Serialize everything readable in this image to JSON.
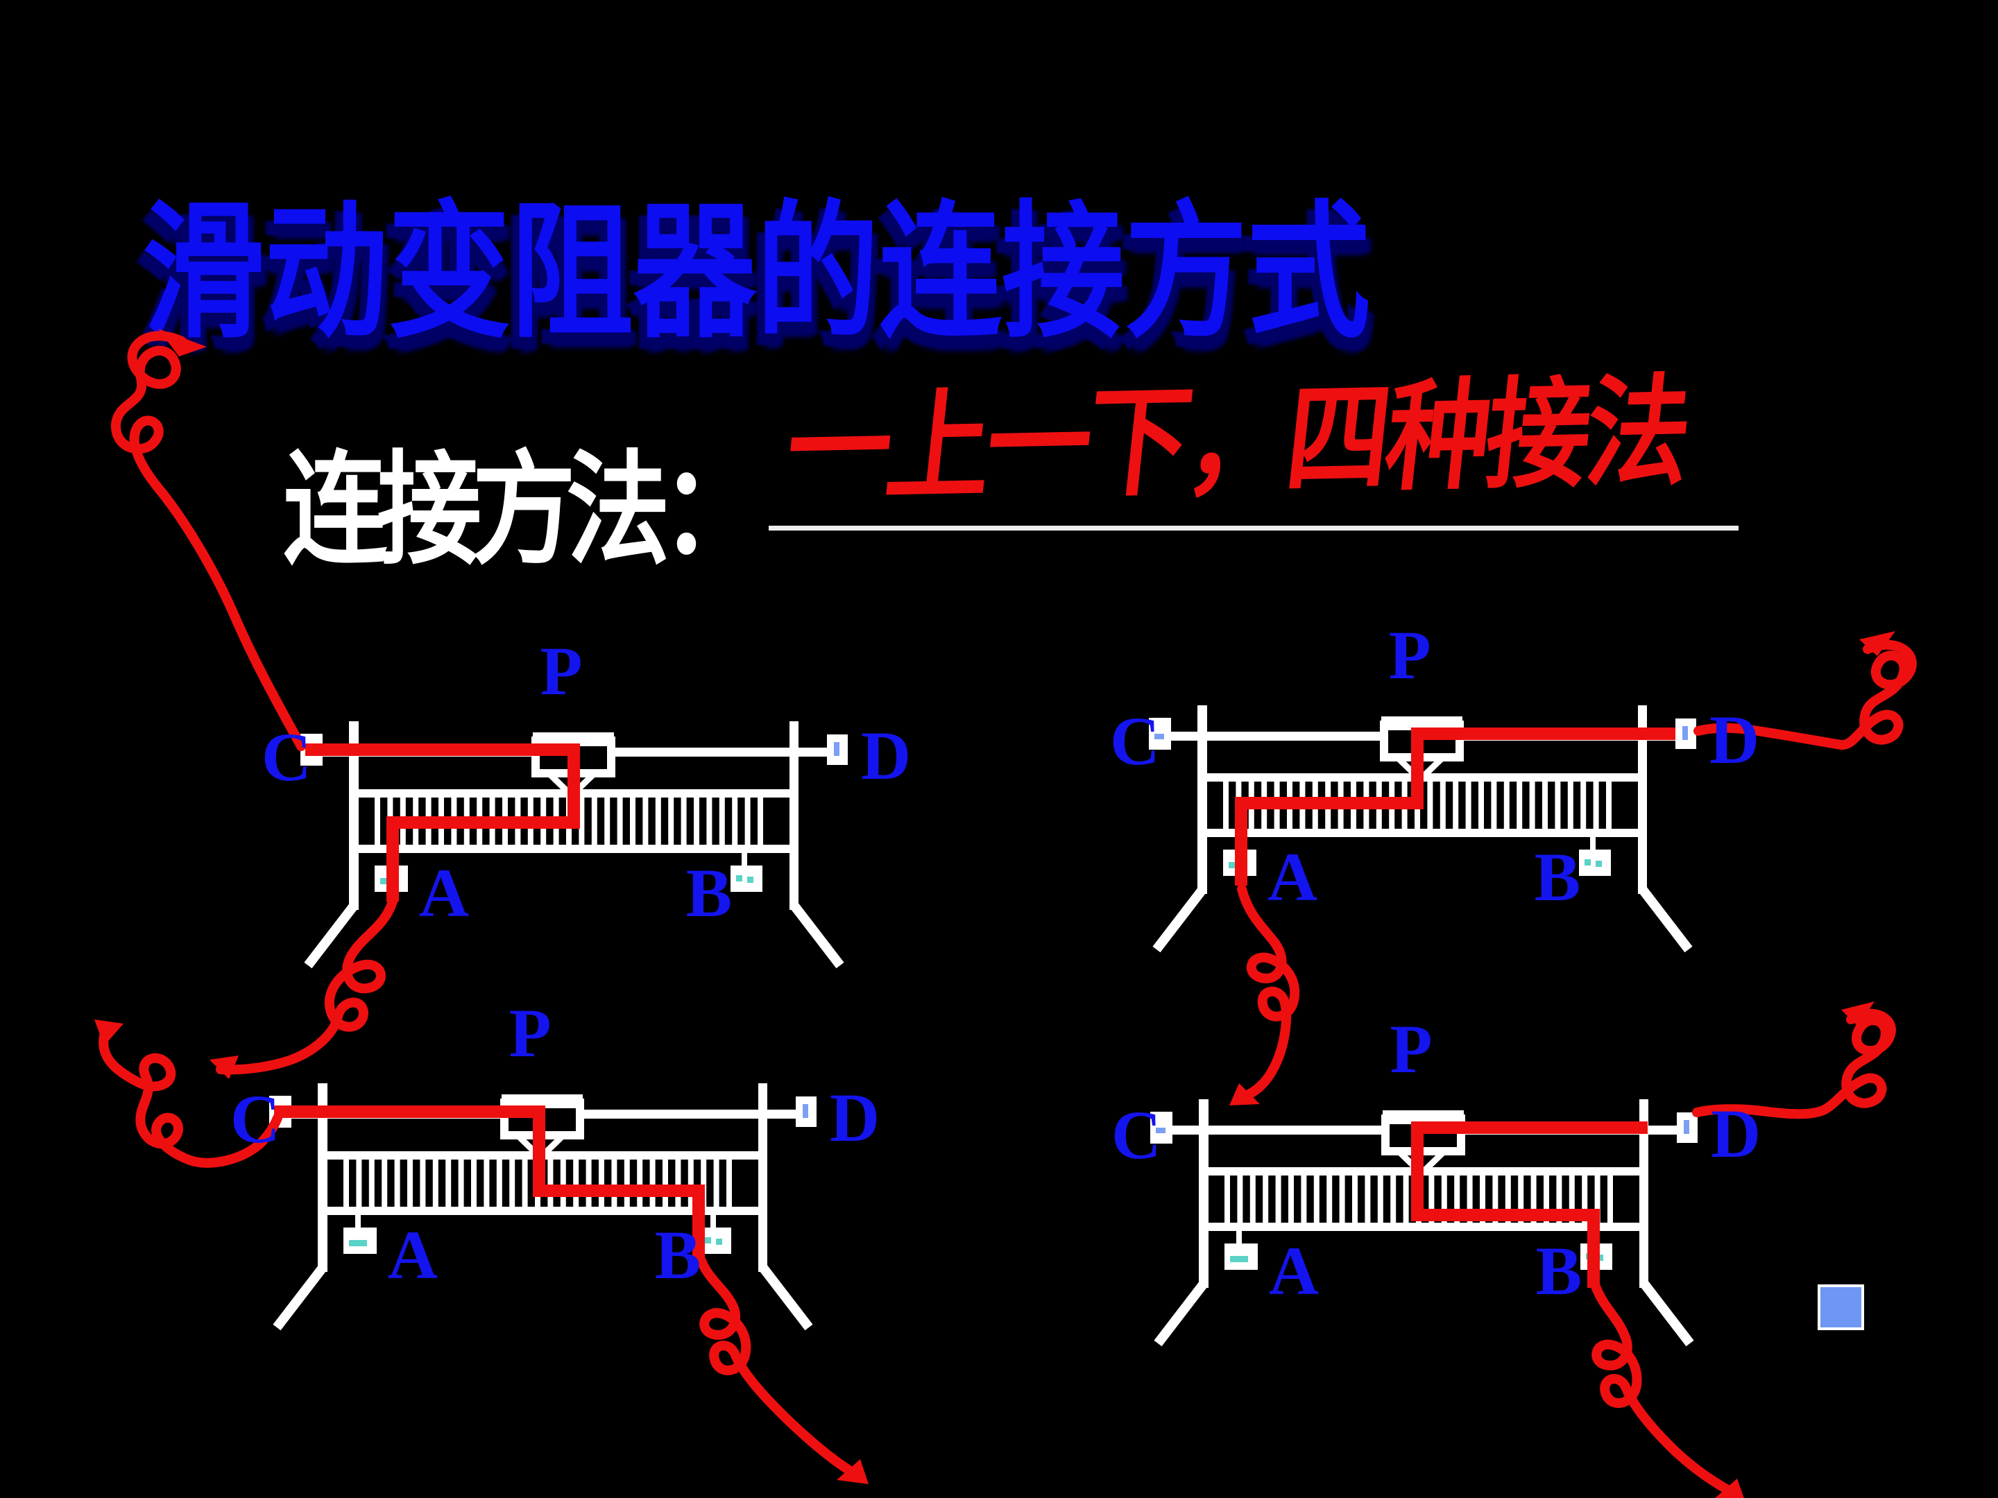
{
  "slide": {
    "title": "滑动变阻器的连接方式",
    "prompt": "连接方法：",
    "answer": "一上一下，四种接法"
  },
  "colors": {
    "background": "#000000",
    "title_blue": "#0d0df2",
    "title_shadow": "#000066",
    "prompt_white": "#ffffff",
    "handwriting_red": "#ee1010",
    "wire_red": "#ee1010",
    "structure_white": "#ffffff",
    "label_blue": "#1414ee",
    "terminal_mark_teal": "#5ad2c8",
    "terminal_mark_blue": "#7b9ff5",
    "underline_white": "#eeeeee",
    "nav_square_fill": "#6e97f3"
  },
  "diagrams": [
    {
      "position": "top-left",
      "connection": "C-A",
      "labels": {
        "wiper": "P",
        "top_left": "C",
        "top_right": "D",
        "bottom_left": "A",
        "bottom_right": "B"
      }
    },
    {
      "position": "top-right",
      "connection": "D-A",
      "labels": {
        "wiper": "P",
        "top_left": "C",
        "top_right": "D",
        "bottom_left": "A",
        "bottom_right": "B"
      }
    },
    {
      "position": "bottom-left",
      "connection": "C-B",
      "labels": {
        "wiper": "P",
        "top_left": "C",
        "top_right": "D",
        "bottom_left": "A",
        "bottom_right": "B"
      }
    },
    {
      "position": "bottom-right",
      "connection": "D-B",
      "labels": {
        "wiper": "P",
        "top_left": "C",
        "top_right": "D",
        "bottom_left": "A",
        "bottom_right": "B"
      }
    }
  ]
}
